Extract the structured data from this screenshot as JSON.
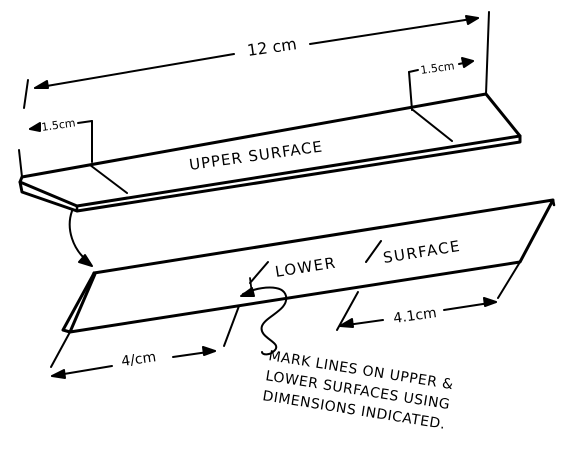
{
  "diagram": {
    "ink_color": "#000000",
    "background_color": "#ffffff",
    "labels": {
      "overall_length": "12 cm",
      "left_margin_top": "1.5cm",
      "right_margin_top": "1.5cm",
      "upper_surface": "UPPER SURFACE",
      "lower_word": "LOWER",
      "surface_word": "SURFACE",
      "left_margin_bottom": "4/cm",
      "right_margin_bottom": "4.1cm"
    },
    "note": {
      "line1": "MARK LINES ON UPPER &",
      "line2": "LOWER SURFACES USING",
      "line3": "DIMENSIONS INDICATED."
    }
  }
}
